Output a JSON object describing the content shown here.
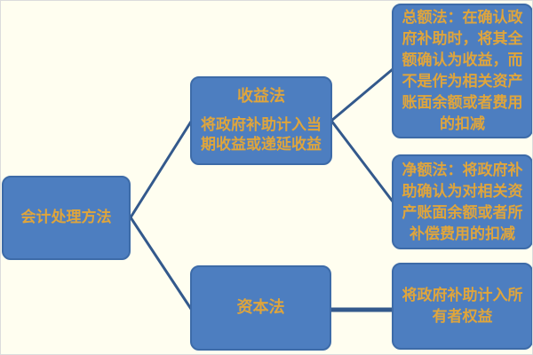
{
  "colors": {
    "background": "#FFFEF0",
    "box_fill": "#4D7EC0",
    "box_border": "#3D6BA8",
    "box_text": "#DFA53C",
    "connector_line": "#33598C"
  },
  "diagram": {
    "type": "hierarchy-flowchart",
    "root": {
      "label": "会计处理方法"
    },
    "income_method": {
      "title": "收益法",
      "body": "将政府补助计入当期收益或递延收益"
    },
    "capital_method": {
      "title": "资本法"
    },
    "gross_method": {
      "body": "总额法：在确认政府补助时，将其全额确认为收益，而不是作为相关资产账面余额或者费用的扣减"
    },
    "net_method": {
      "body": "净额法：将政府补助确认为对相关资产账面余额或者所补偿费用的扣减"
    },
    "owner_equity": {
      "body": "将政府补助计入所有者权益"
    }
  }
}
